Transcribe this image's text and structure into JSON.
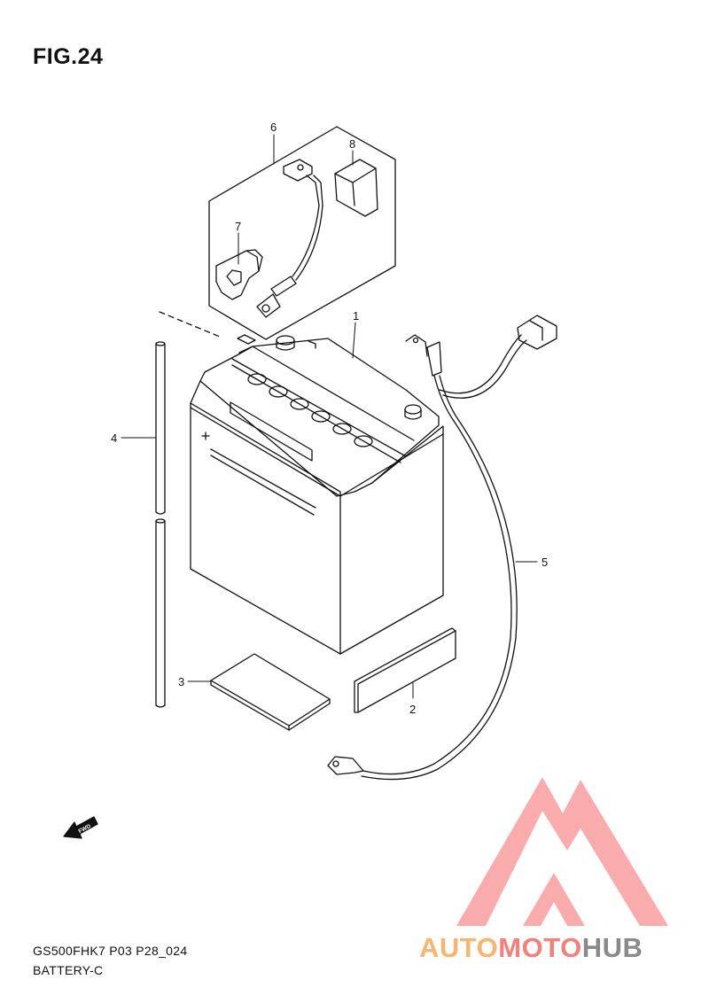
{
  "figure": {
    "title": "FIG.24",
    "model_code": "GS500FHK7 P03 P28_024",
    "section_name": "BATTERY-C"
  },
  "callouts": [
    "1",
    "2",
    "3",
    "4",
    "5",
    "6",
    "7",
    "8"
  ],
  "fwd_arrow": {
    "label": "FWD",
    "icon": "fwd-arrow-icon"
  },
  "watermark": {
    "part1": "AUTO",
    "part2": "MOTO",
    "part3": "HUB",
    "colors": {
      "part1": "#f7b56e",
      "part2": "#f57f7a",
      "part3": "#8a8a8a",
      "logo": "#f9a3a3"
    }
  }
}
